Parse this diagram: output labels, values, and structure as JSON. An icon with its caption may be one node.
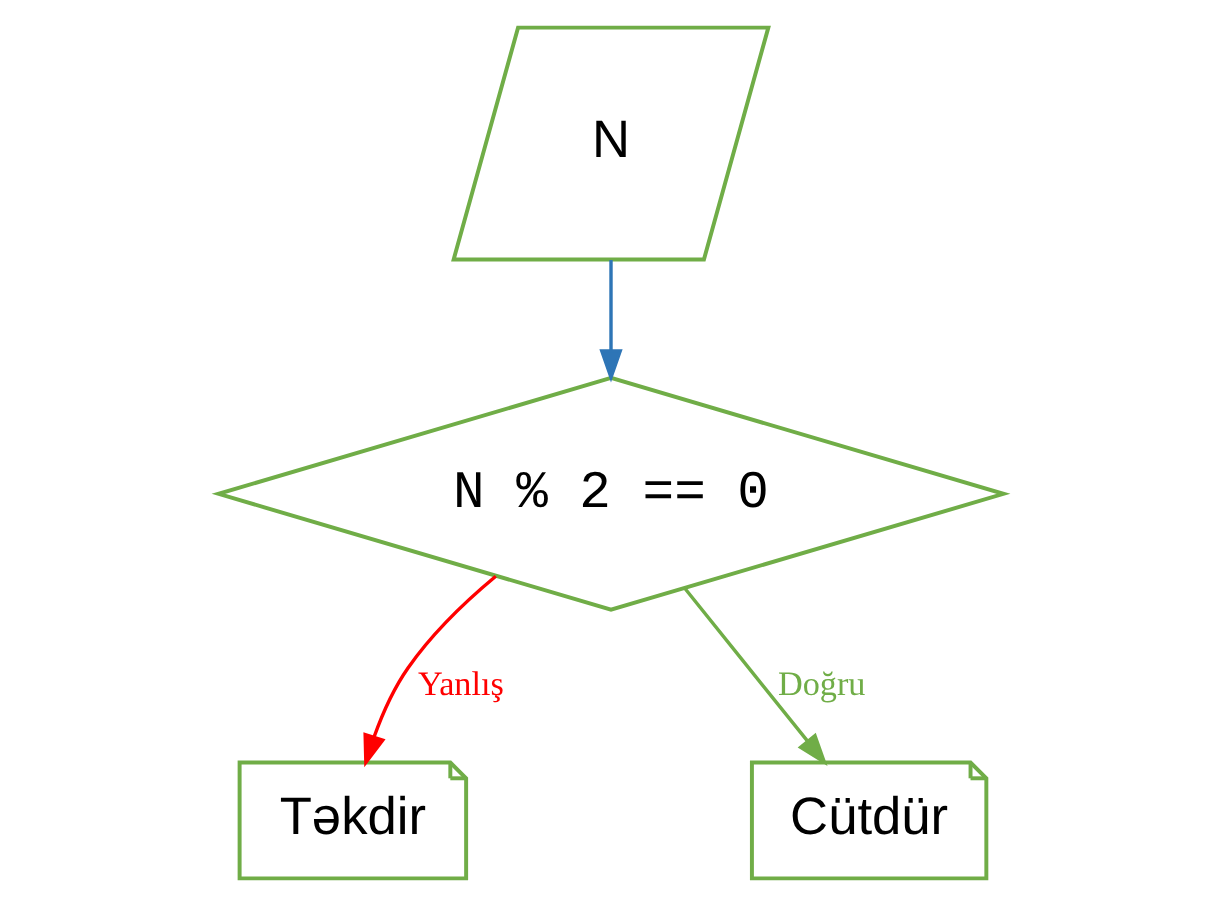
{
  "diagram": {
    "nodes": [
      {
        "text": [
          "N"
        ]
      },
      {
        "text": [
          "N % 2 == 0"
        ]
      },
      {
        "text": [
          "Təkdir"
        ]
      },
      {
        "text": [
          "Cütdür"
        ]
      }
    ],
    "edges": [
      {
        "from": 0,
        "to": 1,
        "arrow": "to",
        "color": "#2e75b6"
      },
      {
        "from": 1,
        "to": 2,
        "arrow": "to",
        "label": "Yanlış",
        "color": "#ff0000"
      },
      {
        "from": 1,
        "to": 3,
        "arrow": "to",
        "label": "Doğru",
        "color": "#70ad47"
      }
    ]
  }
}
